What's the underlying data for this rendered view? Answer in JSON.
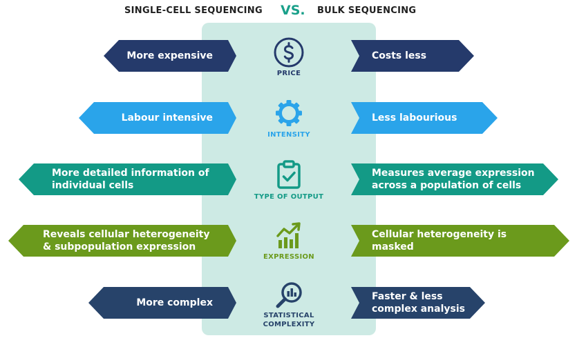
{
  "header": {
    "left_title": "SINGLE-CELL SEQUENCING",
    "vs": "VS.",
    "right_title": "BULK SEQUENCING"
  },
  "colors": {
    "navy": "#253a6b",
    "blue": "#2aa4ea",
    "teal": "#139a86",
    "green": "#6b9a1c",
    "dark_navy": "#27436a",
    "panel": "#cdeae4"
  },
  "rows": [
    {
      "category": "PRICE",
      "icon": "dollar-circle-icon",
      "left": "More expensive",
      "right": "Costs less"
    },
    {
      "category": "INTENSITY",
      "icon": "gear-icon",
      "left": "Labour intensive",
      "right": "Less labourious"
    },
    {
      "category": "TYPE OF OUTPUT",
      "icon": "clipboard-check-icon",
      "left": "More detailed information of individual cells",
      "right": "Measures average expression across a population of cells"
    },
    {
      "category": "EXPRESSION",
      "icon": "growth-chart-icon",
      "left": "Reveals cellular heterogeneity & subpopulation expression",
      "right": "Cellular heterogeneity is masked"
    },
    {
      "category": "STATISTICAL COMPLEXITY",
      "icon": "magnifier-chart-icon",
      "left": "More complex",
      "right": "Faster & less complex analysis"
    }
  ]
}
